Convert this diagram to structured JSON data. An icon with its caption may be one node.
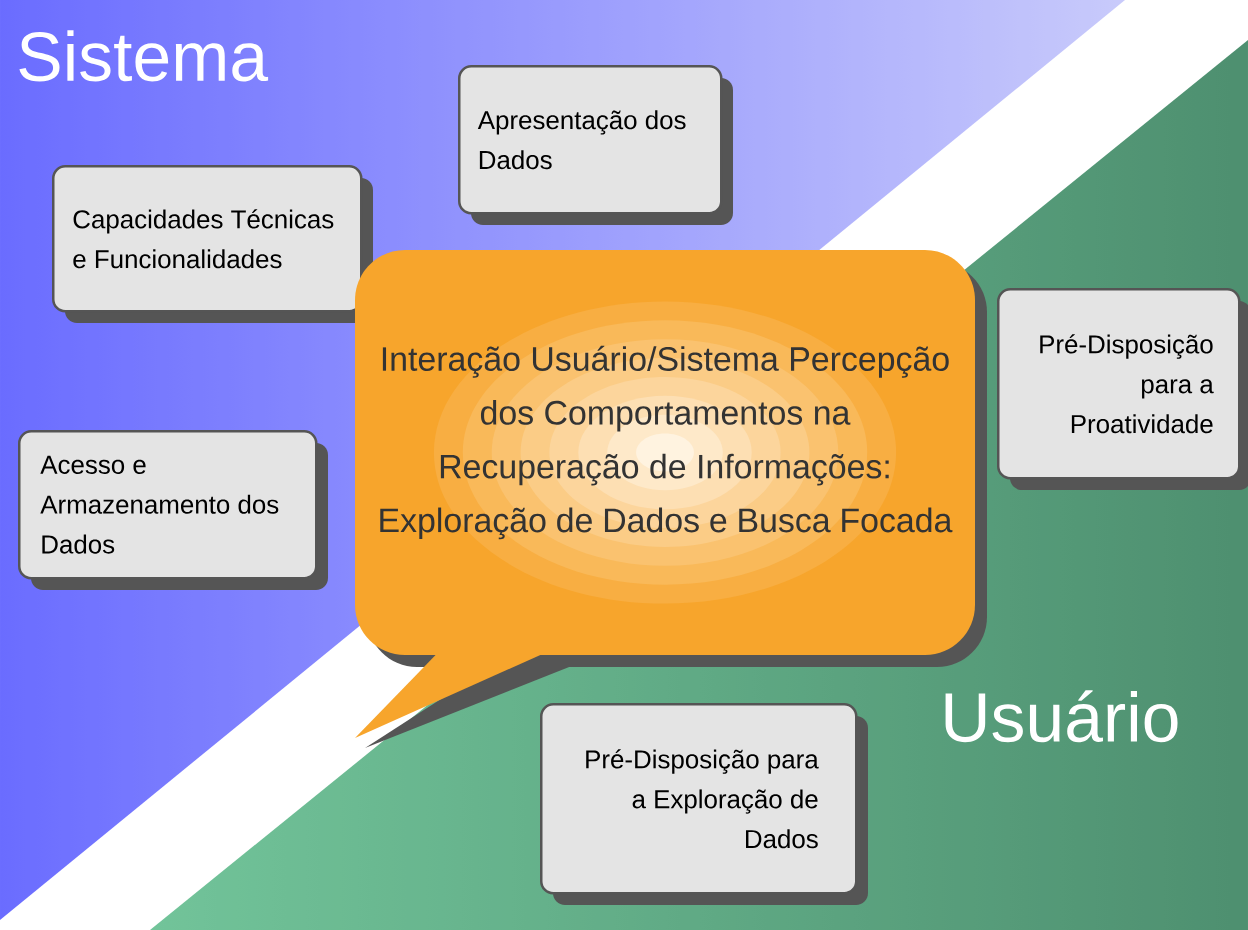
{
  "diagram": {
    "nodes": [
      {
        "text": [
          "Apresentação dos Dados"
        ]
      },
      {
        "text": [
          "Capacidades Técnicas e Funcionalidades"
        ]
      },
      {
        "text": [
          "Interação Usuário/Sistema Percepção dos Comportamentos na Recuperação de Informações: Exploração de Dados e Busca Focada"
        ]
      },
      {
        "text": [
          "Pré-Disposição para a Proatividade"
        ]
      },
      {
        "text": [
          "Acesso e Armazenamento dos Dados"
        ]
      },
      {
        "text": [
          "Pré-Disposição para a Exploração de Dados"
        ]
      }
    ],
    "labels": [
      "Sistema",
      "Usuário"
    ]
  }
}
